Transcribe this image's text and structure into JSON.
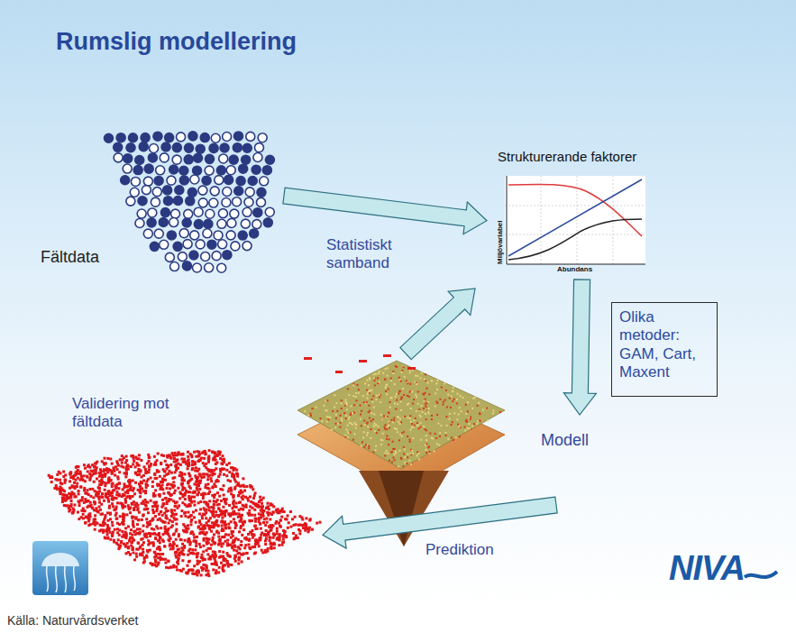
{
  "diagram": {
    "title": "Rumslig modellering",
    "caption": "Källa: Naturvårdsverket",
    "nodes": [
      {
        "text": [
          "Fältdata"
        ]
      },
      {
        "text": [
          "Strukturerande faktorer",
          "Miljövariabel",
          "Abundans"
        ]
      },
      {
        "text": [
          "Olika metoder: GAM, Cart, Maxent"
        ]
      },
      {
        "text": [
          "Modell"
        ]
      },
      {
        "text": [
          "Validering mot fältdata"
        ]
      }
    ],
    "edges": [
      {
        "from": 0,
        "to": 1,
        "arrow": "to",
        "label": "Statistiskt samband"
      },
      {
        "from": 1,
        "to": 3,
        "arrow": "to"
      },
      {
        "from": 3,
        "to": 4,
        "arrow": "to",
        "label": "Prediktion"
      }
    ],
    "labels": [
      "NIVA"
    ]
  }
}
